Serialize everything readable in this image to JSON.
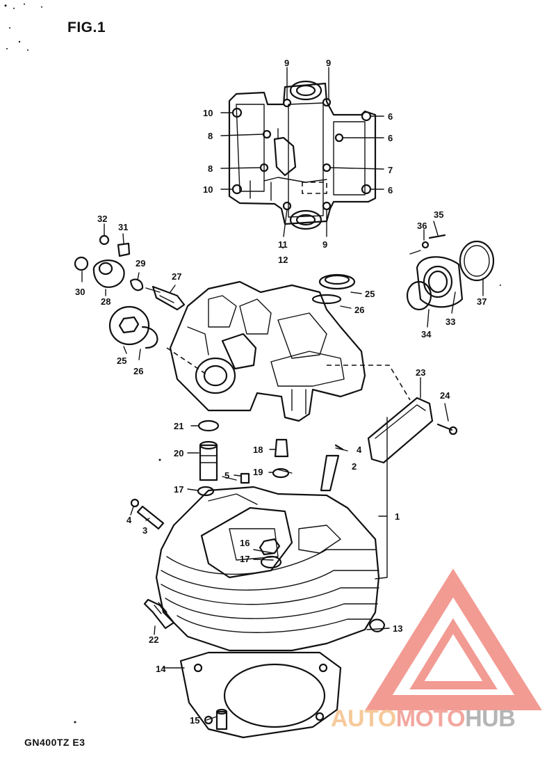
{
  "figure": {
    "title": "FIG.1",
    "model": "GN400TZ  E3"
  },
  "watermark": {
    "part1": "AUTO",
    "part2": "MOTO",
    "part3": "HUB",
    "colors": {
      "auto": "#f6c99b",
      "moto": "#f2a79f",
      "hub": "#b5b5b5",
      "triangle": "#f08a80"
    }
  },
  "callouts": [
    {
      "id": "c9a",
      "text": "9"
    },
    {
      "id": "c9b",
      "text": "9"
    },
    {
      "id": "c10a",
      "text": "10"
    },
    {
      "id": "c8a",
      "text": "8"
    },
    {
      "id": "c8b",
      "text": "8"
    },
    {
      "id": "c10b",
      "text": "10"
    },
    {
      "id": "c6a",
      "text": "6"
    },
    {
      "id": "c6b",
      "text": "6"
    },
    {
      "id": "c7",
      "text": "7"
    },
    {
      "id": "c6c",
      "text": "6"
    },
    {
      "id": "c11",
      "text": "11"
    },
    {
      "id": "c12",
      "text": "12"
    },
    {
      "id": "c9c",
      "text": "9"
    },
    {
      "id": "c32",
      "text": "32"
    },
    {
      "id": "c31",
      "text": "31"
    },
    {
      "id": "c29",
      "text": "29"
    },
    {
      "id": "c27",
      "text": "27"
    },
    {
      "id": "c30",
      "text": "30"
    },
    {
      "id": "c28",
      "text": "28"
    },
    {
      "id": "c25a",
      "text": "25"
    },
    {
      "id": "c26a",
      "text": "26"
    },
    {
      "id": "c25b",
      "text": "25"
    },
    {
      "id": "c26b",
      "text": "26"
    },
    {
      "id": "c35",
      "text": "35"
    },
    {
      "id": "c36",
      "text": "36"
    },
    {
      "id": "c37",
      "text": "37"
    },
    {
      "id": "c34",
      "text": "34"
    },
    {
      "id": "c33",
      "text": "33"
    },
    {
      "id": "c23",
      "text": "23"
    },
    {
      "id": "c24",
      "text": "24"
    },
    {
      "id": "c21",
      "text": "21"
    },
    {
      "id": "c20",
      "text": "20"
    },
    {
      "id": "c18",
      "text": "18"
    },
    {
      "id": "c4a",
      "text": "4"
    },
    {
      "id": "c2",
      "text": "2"
    },
    {
      "id": "c5",
      "text": "5"
    },
    {
      "id": "c19",
      "text": "19"
    },
    {
      "id": "c17a",
      "text": "17"
    },
    {
      "id": "c4b",
      "text": "4"
    },
    {
      "id": "c3",
      "text": "3"
    },
    {
      "id": "c1",
      "text": "1"
    },
    {
      "id": "c16",
      "text": "16"
    },
    {
      "id": "c17b",
      "text": "17"
    },
    {
      "id": "c22",
      "text": "22"
    },
    {
      "id": "c13",
      "text": "13"
    },
    {
      "id": "c14",
      "text": "14"
    },
    {
      "id": "c15",
      "text": "15"
    }
  ]
}
